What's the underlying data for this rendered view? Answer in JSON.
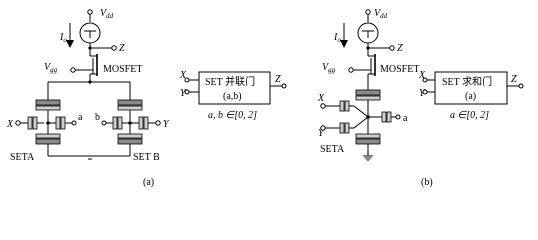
{
  "panel_a": {
    "vdd": "V",
    "vdd_sub": "dd",
    "io": "I",
    "io_sub": "o",
    "z": "Z",
    "mosfet": "MOSFET",
    "vgg": "V",
    "vgg_sub": "gg",
    "x": "X",
    "y": "Y",
    "a": "a",
    "b": "b",
    "seta": "SETA",
    "setb": "SET B",
    "caption": "(a)",
    "block": {
      "x": "X",
      "y": "Y",
      "z": "Z",
      "title": "SET 并联门",
      "params": "(a,b)",
      "range": "a, b ∈[0, 2]"
    }
  },
  "panel_b": {
    "vdd": "V",
    "vdd_sub": "dd",
    "io": "I",
    "io_sub": "o",
    "z": "Z",
    "mosfet": "MOSFET",
    "vgg": "V",
    "vgg_sub": "gg",
    "x": "X",
    "y": "Y",
    "a": "a",
    "seta": "SETA",
    "caption": "(b)",
    "block": {
      "x": "X",
      "y": "Y",
      "z": "Z",
      "title": "SET 求和门",
      "params": "(a)",
      "range": "a ∈[0, 2]"
    }
  }
}
